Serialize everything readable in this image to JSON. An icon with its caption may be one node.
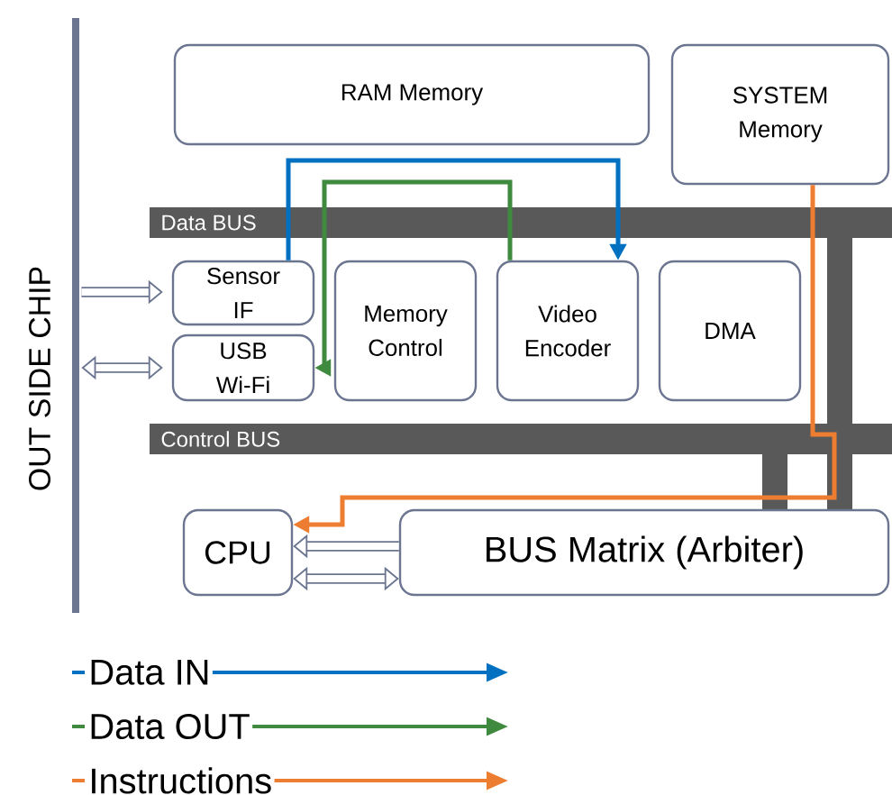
{
  "diagram": {
    "nodes": [
      {
        "text": [
          "RAM Memory"
        ]
      },
      {
        "text": [
          "SYSTEM Memory"
        ]
      },
      {
        "text": [
          "Sensor IF"
        ]
      },
      {
        "text": [
          "USB Wi-Fi"
        ]
      },
      {
        "text": [
          "Memory Control"
        ]
      },
      {
        "text": [
          "Video Encoder"
        ]
      },
      {
        "text": [
          "DMA"
        ]
      },
      {
        "text": [
          "CPU"
        ]
      },
      {
        "text": [
          "BUS Matrix (Arbiter)"
        ]
      },
      {
        "text": [
          "OUT SIDE CHIP"
        ]
      }
    ],
    "edges": [
      {
        "from": 2,
        "to": 5,
        "arrow": "to",
        "color": "#0070c0"
      },
      {
        "from": 5,
        "to": 3,
        "arrow": "to",
        "color": "#3f8a3f"
      },
      {
        "from": 1,
        "to": 7,
        "arrow": "to",
        "color": "#ed7d31"
      },
      {
        "from": 9,
        "to": 2,
        "arrow": "to"
      },
      {
        "from": 9,
        "to": 3,
        "arrow": "both"
      },
      {
        "from": 8,
        "to": 7,
        "arrow": "to"
      },
      {
        "from": 7,
        "to": 8,
        "arrow": "both"
      }
    ],
    "labels": [
      "Data BUS",
      "Control BUS"
    ],
    "legend": [
      {
        "text": "Data IN"
      },
      {
        "text": "Data OUT"
      },
      {
        "text": "Instructions"
      }
    ]
  }
}
